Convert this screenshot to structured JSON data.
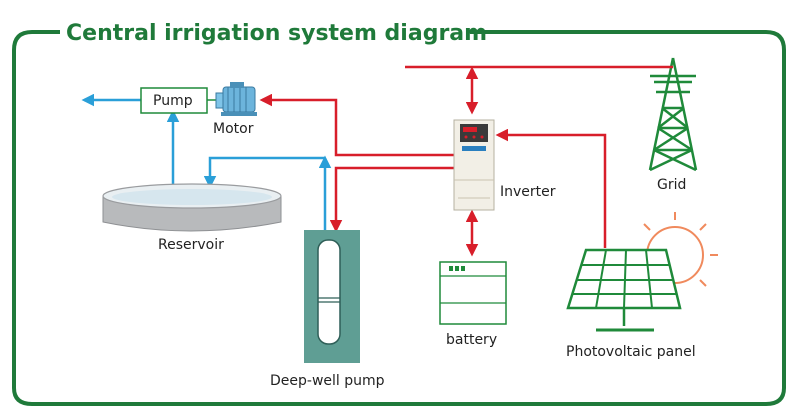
{
  "title": "Central irrigation system diagram",
  "labels": {
    "pump": "Pump",
    "motor": "Motor",
    "reservoir": "Reservoir",
    "deep_well_pump": "Deep-well pump",
    "inverter": "Inverter",
    "battery": "battery",
    "grid": "Grid",
    "photovoltaic_panel": "Photovoltaic panel"
  },
  "colors": {
    "frame": "#1f7a3a",
    "equipment": "#1f8a3a",
    "water_flow": "#2a9fd8",
    "power_flow": "#d81e2a",
    "well": "#5f9e94",
    "sun": "#f08a5d"
  }
}
